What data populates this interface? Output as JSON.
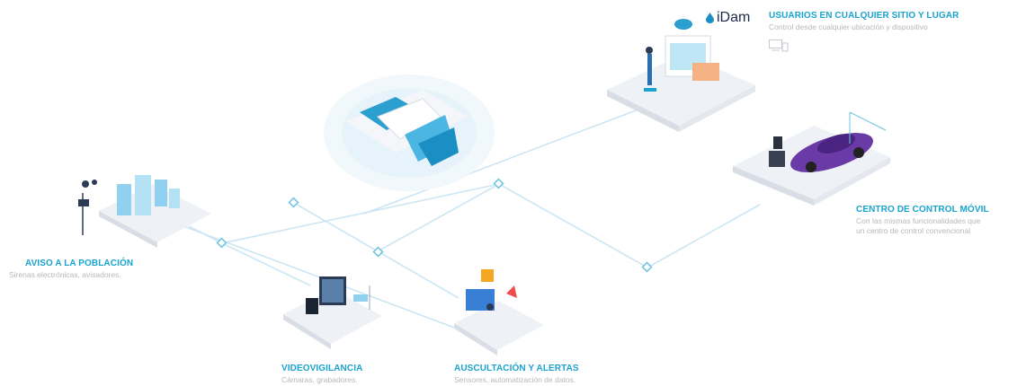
{
  "brand": {
    "name": "iDam",
    "icon": "water-drop-icon",
    "color": "#1b2a4a"
  },
  "colors": {
    "accent": "#1aa3cf",
    "line": "#cde6f3",
    "node": "#6cc3e4",
    "subtitle": "#b4b8bd",
    "platform": "#eef1f5",
    "car": "#6a3aa6"
  },
  "sections": {
    "usuarios": {
      "title": "USUARIOS EN CUALQUIER SITIO Y LUGAR",
      "description": "Control desde cualquier ubicación y dispositivo",
      "icon": "devices-icon"
    },
    "centro_movil": {
      "title": "CENTRO DE CONTROL MÓVIL",
      "description_line1": "Con las mismas funcionalidades que",
      "description_line2": "un centro de control convencional",
      "icon": "car-icon"
    },
    "aviso": {
      "title": "AVISO A LA POBLACIÓN",
      "description": "Sirenas electrónicas, avisadores.",
      "icon": "siren-icon"
    },
    "video": {
      "title": "VIDEOVIGILANCIA",
      "description": "Cámaras, grabadores.",
      "icon": "cctv-operator-icon"
    },
    "auscultacion": {
      "title": "AUSCULTACIÓN Y ALERTAS",
      "description": "Sensores, automatización de datos.",
      "icon": "alert-icon"
    },
    "presa": {
      "icon": "dam-icon"
    }
  }
}
